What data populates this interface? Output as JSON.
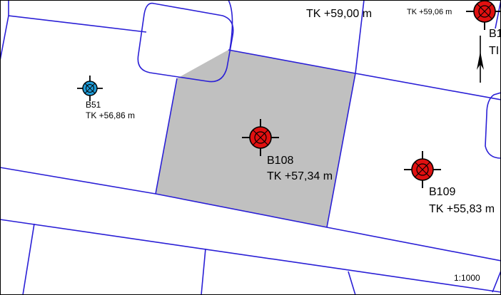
{
  "map": {
    "scale_label": "1:1000",
    "parcel_line_color": "#2a1fd6",
    "highlight_fill": "#c0c0c0",
    "elevation_labels": {
      "top_center": "TK +59,00 m",
      "top_right": "TK +59,06 m",
      "top_right_cut_name": "B1",
      "top_right_cut_elev": "TI"
    },
    "boreholes": [
      {
        "id": "B51",
        "elevation": "TK +56,86 m",
        "symbol_color": "#1f9bd6",
        "status": "blue"
      },
      {
        "id": "B108",
        "elevation": "TK +57,34 m",
        "symbol_color": "#e01010",
        "status": "red"
      },
      {
        "id": "B109",
        "elevation": "TK +55,83 m",
        "symbol_color": "#e01010",
        "status": "red"
      }
    ],
    "north_arrow": "north-arrow"
  }
}
